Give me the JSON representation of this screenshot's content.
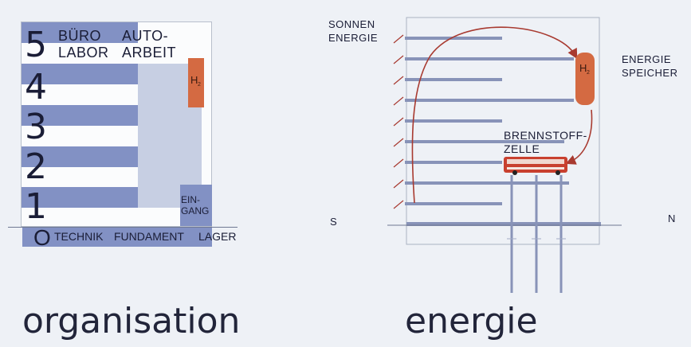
{
  "organisation": {
    "floors": [
      {
        "number": "5",
        "left_label": "BÜRO\nLABOR",
        "right_label": "AUTO-\nARBEIT"
      },
      {
        "number": "4"
      },
      {
        "number": "3"
      },
      {
        "number": "2"
      },
      {
        "number": "1"
      }
    ],
    "basement_number": "O",
    "basement_labels": [
      "TECHNIK",
      "FUNDAMENT",
      "LAGER"
    ],
    "entrance": "EIN-\nGANG",
    "tank_label": "H",
    "tank_subscript": "2",
    "caption": "organisation"
  },
  "energie": {
    "solar_label": "SONNEN\nENERGIE",
    "storage_label": "ENERGIE\nSPEICHER",
    "fuel_cell_label": "BRENNSTOFF-\nZELLE",
    "tank_label": "H",
    "tank_subscript": "2",
    "south": "S",
    "north": "N",
    "caption": "energie"
  },
  "colors": {
    "floor_dark": "#8291c4",
    "floor_light": "#c7cfe3",
    "hydrogen_tank": "#d46a42",
    "flow_arrow": "#a83a30",
    "bus_body": "#c8402f"
  }
}
